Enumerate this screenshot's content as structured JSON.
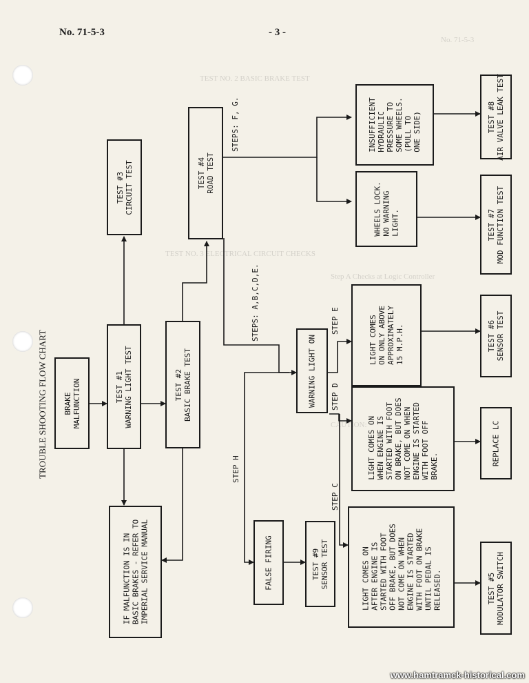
{
  "header": {
    "doc_number": "No. 71-5-3",
    "page_number": "- 3 -"
  },
  "bleed_through": {
    "doc_number": "No. 71-5-3",
    "test_title": "TEST NO. 2 BASIC BRAKE TEST",
    "section_title": "TEST NO. 3 ELECTRICAL CIRCUIT CHECKS",
    "subsection": "Step A   Checks at Logic Controller",
    "caution": "CAUTION:"
  },
  "chart": {
    "title": "TROUBLE SHOOTING FLOW CHART",
    "boxes": {
      "malfunction": "BRAKE\nMALFUNCTION",
      "test1": "TEST #1\nWARNING LIGHT TEST",
      "test2": "TEST #2\nBASIC BRAKE TEST",
      "test3": "TEST #3\nCIRCUIT TEST",
      "test4": "TEST #4\nROAD TEST",
      "basic_brakes": "IF MALFUNCTION IS IN\nBASIC BRAKES - REFER TO\nIMPERIAL SERVICE MANUAL",
      "insufficient": "INSUFFICIENT\nHYDRAULIC\nPRESSURE TO\nSOME WHEELS.\n(PULL TO\nONE SIDE)",
      "test8": "TEST #8\nAIR VALVE LEAK TEST",
      "wheels_lock": "WHEELS LOCK.\nNO WARNING\nLIGHT.",
      "test7": "TEST #7\nMOD FUNCTION TEST",
      "warning_light_on": "WARNING LIGHT ON",
      "light_15mph": "LIGHT COMES\nON ONLY ABOVE\nAPPROXIMATELY\n15 M.P.H.",
      "test6": "TEST #6\nSENSOR TEST",
      "light_foot_on": "LIGHT COMES ON\nWHEN ENGINE IS\nSTARTED WITH FOOT\nON BRAKE, BUT DOES\nNOT COME ON WHEN\nENGINE IS STARTED\nWITH FOOT OFF\nBRAKE.",
      "replace_lc": "REPLACE LC",
      "false_firing": "FALSE FIRING",
      "test9": "TEST #9\nSENSOR TEST",
      "light_foot_off": "LIGHT COMES ON\nAFTER ENGINE IS\nSTARTED WITH FOOT\nOFF BRAKE, BUT DOES\nNOT COME ON WHEN\nENGINE IS STARTED\nWITH FOOT ON BRAKE\nUNTIL PEDAL IS\nRELEASED.",
      "test5": "TEST #5\nMODULATOR SWITCH"
    },
    "steps": {
      "steps_fg": "STEPS: F, G.",
      "steps_abcde": "STEPS: A,B,C,D,E.",
      "step_e": "STEP E",
      "step_d": "STEP D",
      "step_c": "STEP C",
      "step_h": "STEP H"
    }
  },
  "footer": {
    "watermark": "www.hamtramck-historical.com"
  }
}
